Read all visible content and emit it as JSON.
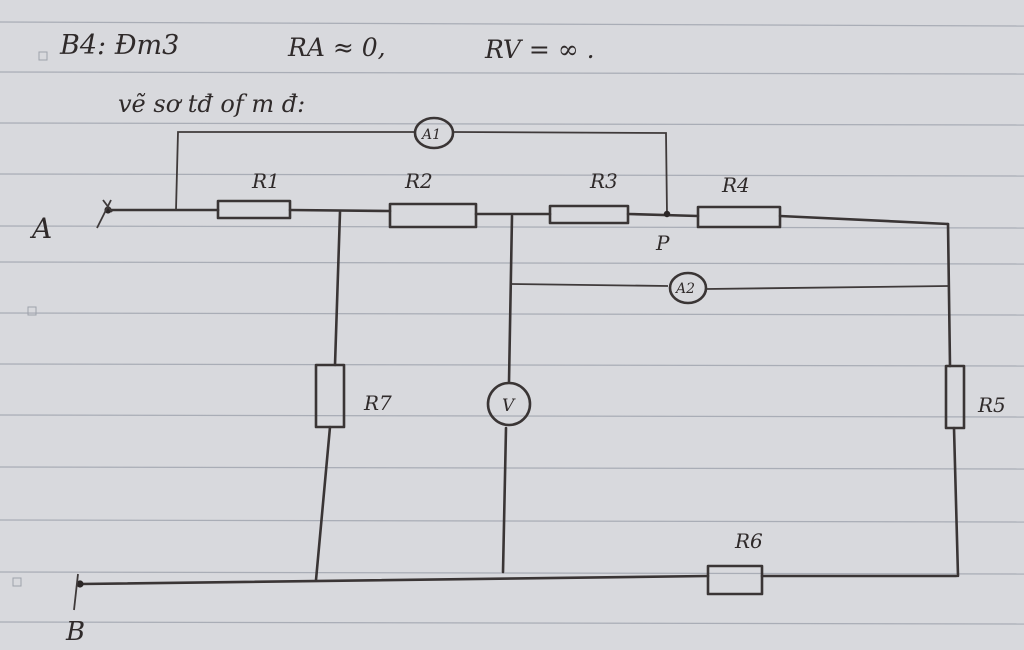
{
  "header": {
    "problem_label": "B4: Đm3",
    "ra_note": "RA ≈ 0,",
    "rv_note": "RV = ∞ .",
    "instruction": "vẽ sơ tđ of m đ:"
  },
  "nodes": {
    "a": "A",
    "b": "B",
    "p": "P"
  },
  "components": {
    "r1": "R1",
    "r2": "R2",
    "r3": "R3",
    "r4": "R4",
    "r5": "R5",
    "r6": "R6",
    "r7": "R7",
    "ammeter1": "A1",
    "ammeter2": "A2",
    "voltmeter": "V"
  },
  "colors": {
    "paper": "#d8d9dd",
    "ink": "#2f2a2a",
    "rule_line": "#a9adb6"
  }
}
